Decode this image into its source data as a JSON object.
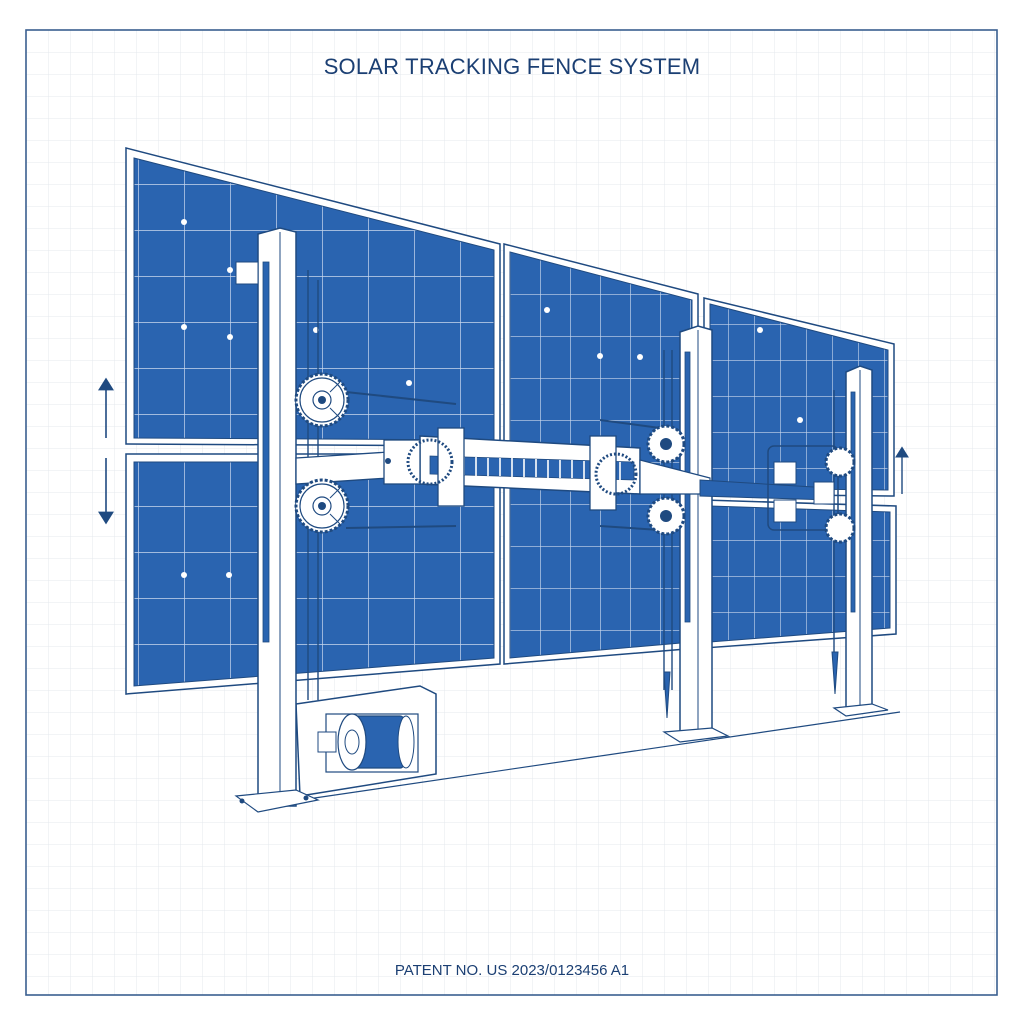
{
  "drawing": {
    "title": "SOLAR TRACKING FENCE SYSTEM",
    "patent_label": "PATENT NO. US 2023/0123456 A1",
    "colors": {
      "panel_fill": "#2a64b0",
      "line": "#1f4a80",
      "grid": "#e6e9ee",
      "frame": "#3a5f8f",
      "title_text": "#1b3f73"
    },
    "annotations": {
      "left_arrows": [
        "up-arrow",
        "down-arrow"
      ],
      "right_arrow": "up-arrow"
    },
    "components": [
      "solar-panel-left-upper",
      "solar-panel-left-lower",
      "solar-panel-middle",
      "solar-panel-right-upper",
      "solar-panel-right-lower",
      "support-post-left",
      "support-post-middle",
      "support-post-right",
      "gear-drive-upper",
      "gear-drive-lower",
      "rack-and-pinion-shaft",
      "right-gear-assembly",
      "drive-motor-housing",
      "ground-anchor-spikes"
    ]
  }
}
